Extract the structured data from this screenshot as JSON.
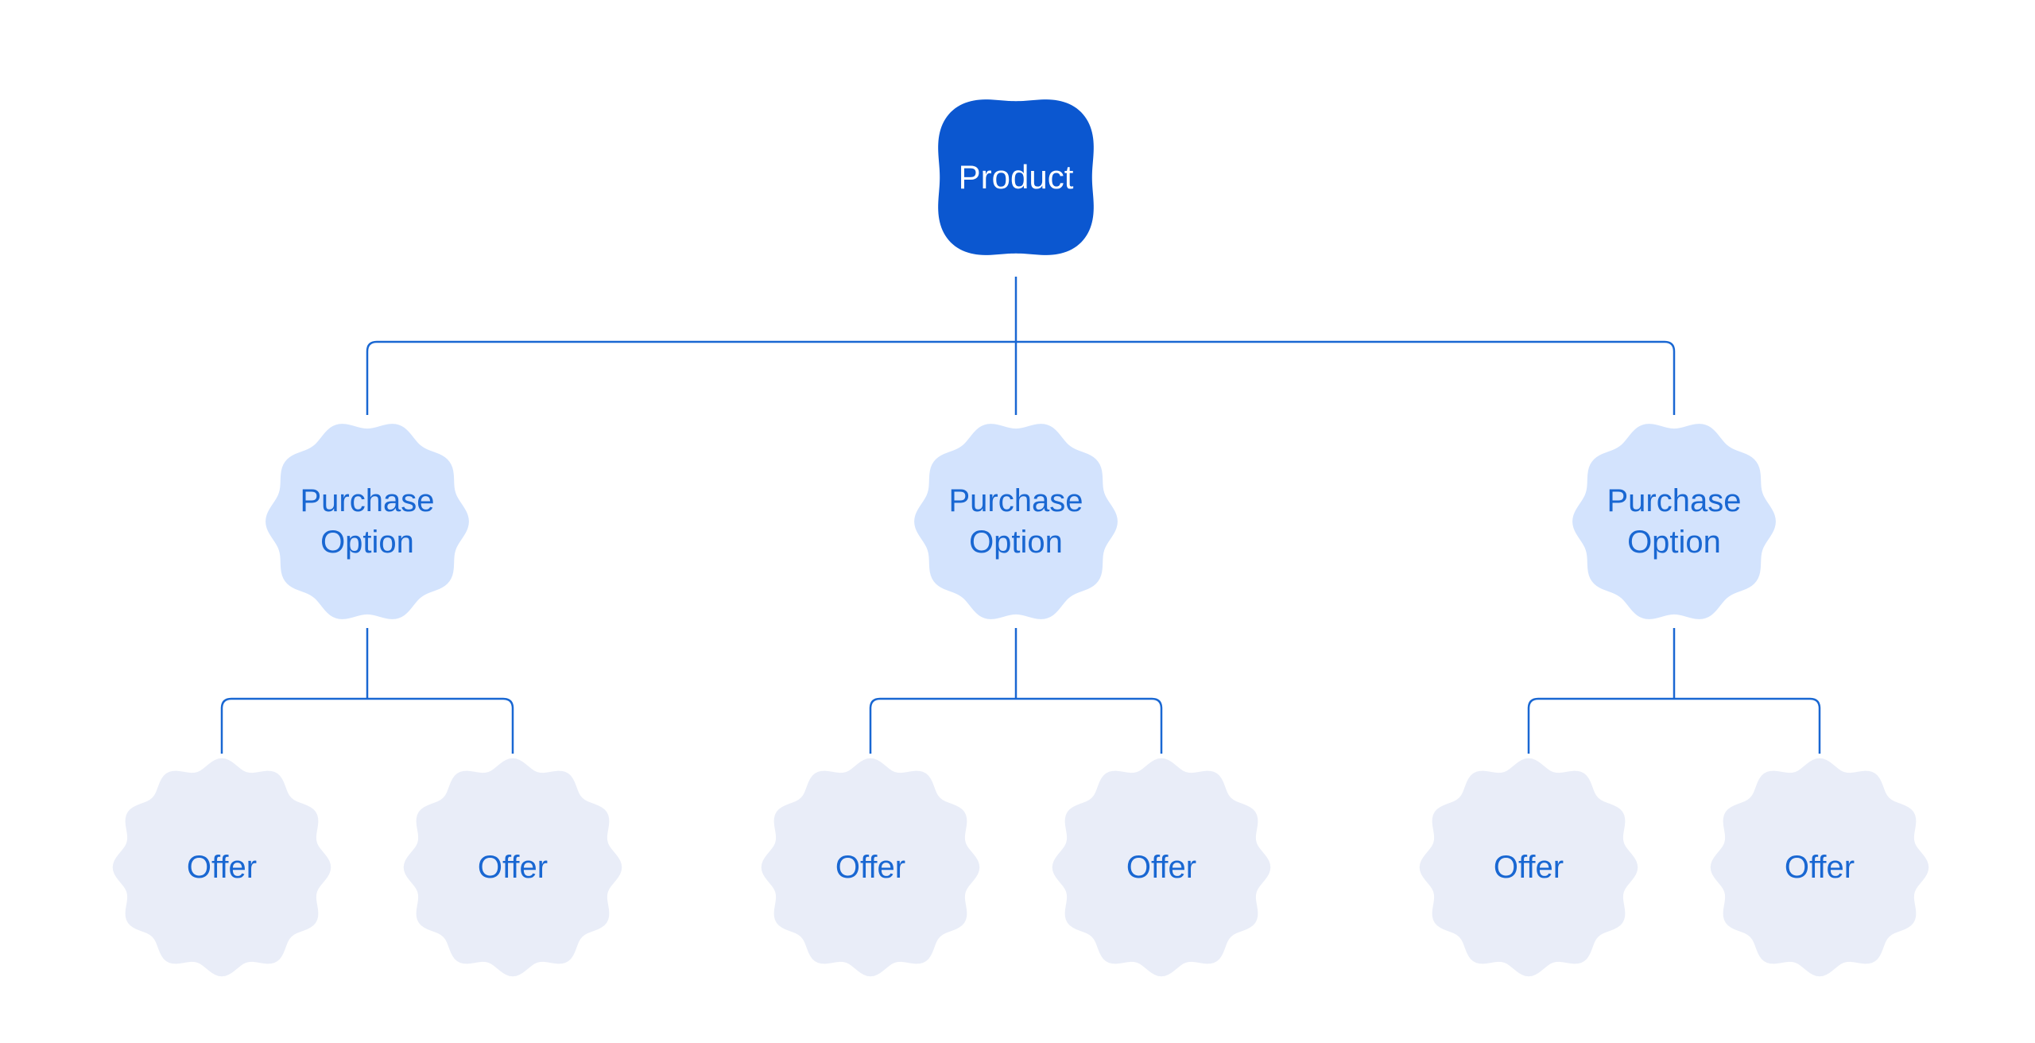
{
  "diagram": {
    "type": "tree",
    "root": {
      "label": "Product"
    },
    "purchase_options": [
      {
        "label": "Purchase Option",
        "offers": [
          {
            "label": "Offer"
          },
          {
            "label": "Offer"
          }
        ]
      },
      {
        "label": "Purchase Option",
        "offers": [
          {
            "label": "Offer"
          },
          {
            "label": "Offer"
          }
        ]
      },
      {
        "label": "Purchase Option",
        "offers": [
          {
            "label": "Offer"
          },
          {
            "label": "Offer"
          }
        ]
      }
    ]
  },
  "colors": {
    "background": "#ffffff",
    "product_fill": "#0b57d0",
    "product_text": "#ffffff",
    "purchase_fill": "#d3e3fd",
    "purchase_text": "#1967d2",
    "offer_fill": "#e9edf8",
    "offer_text": "#1967d2",
    "connector": "#1967d2"
  }
}
